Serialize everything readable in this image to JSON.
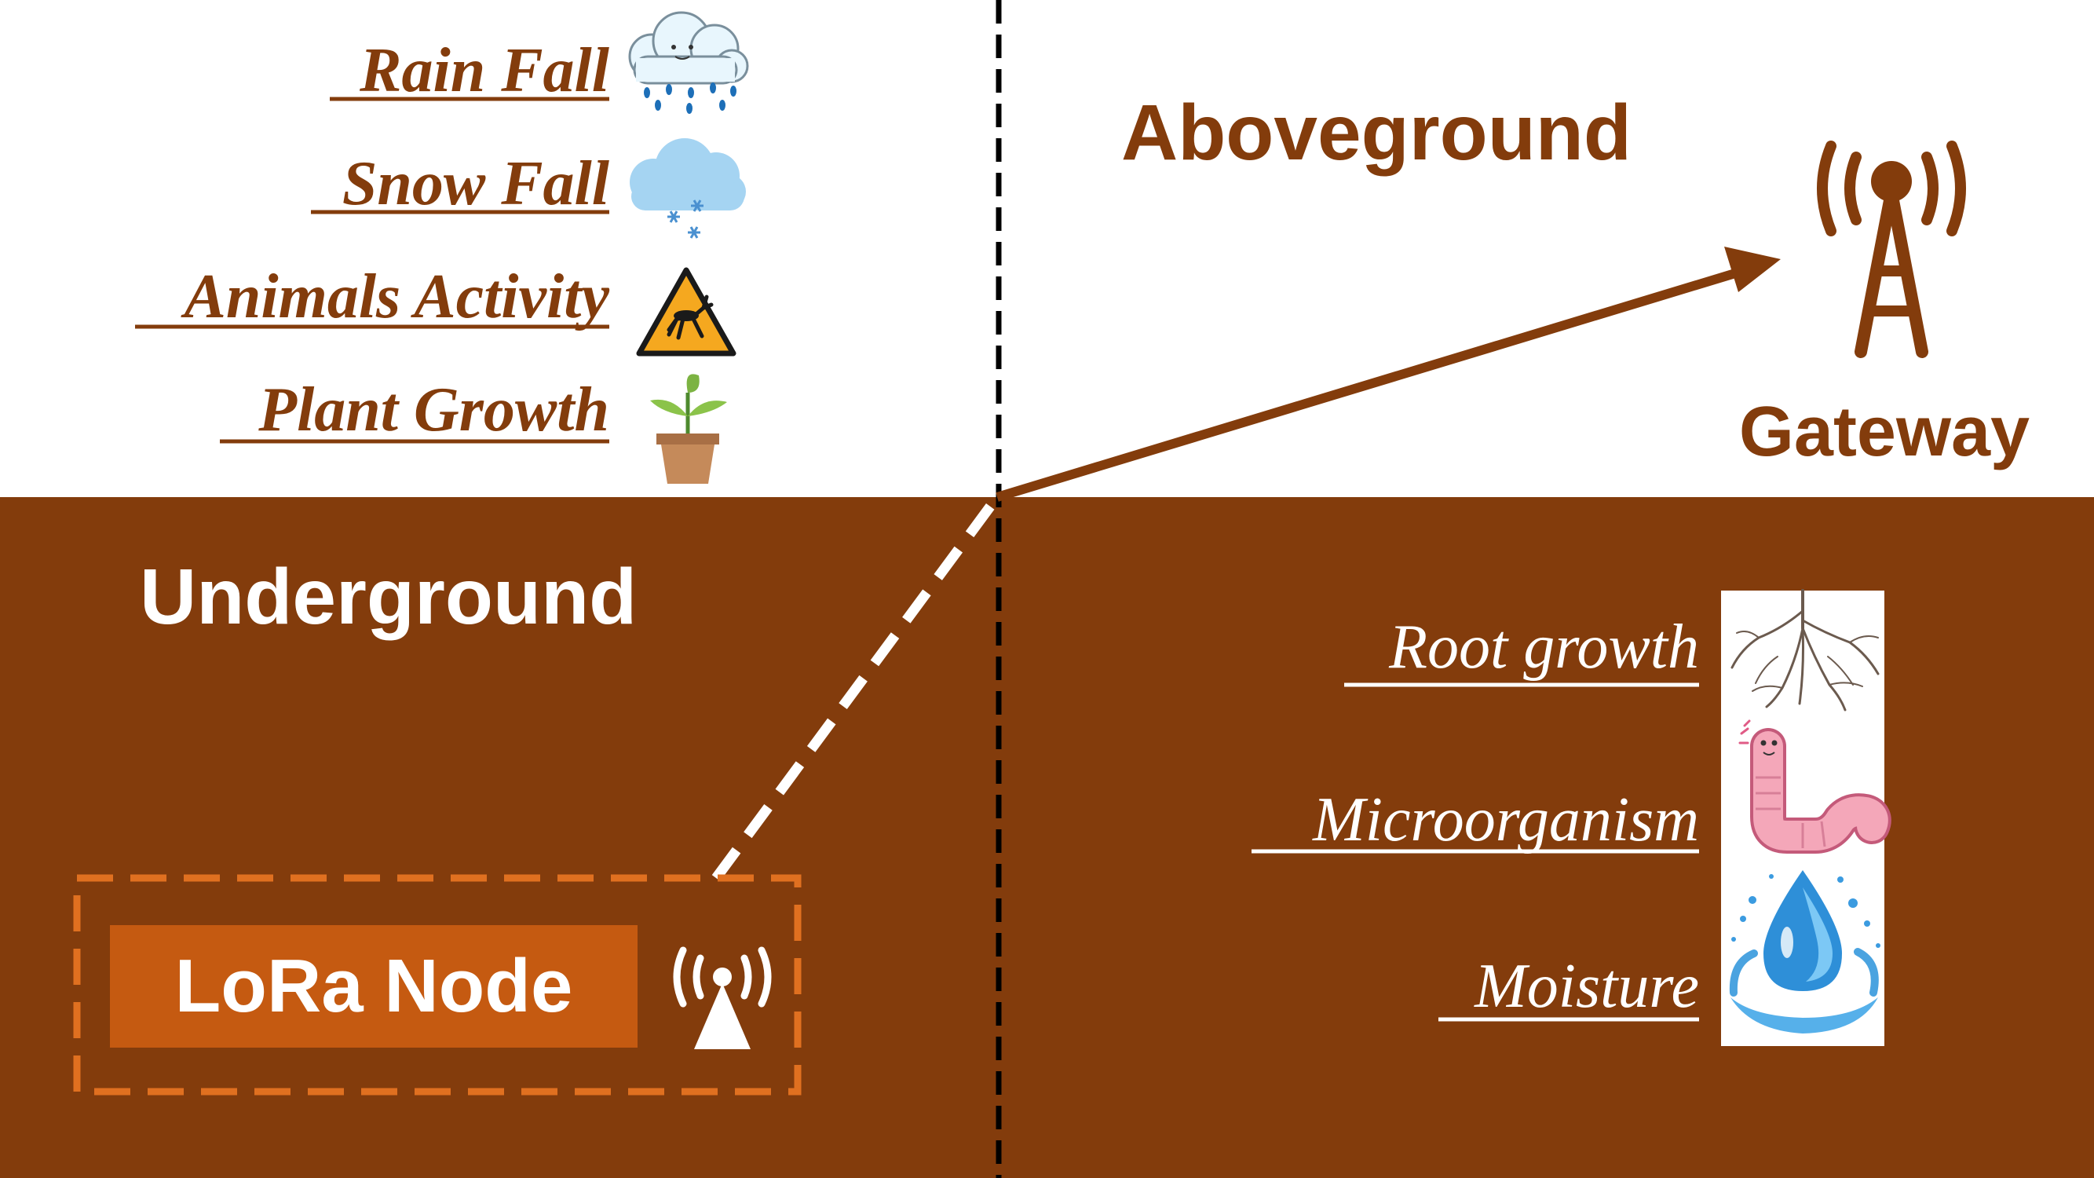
{
  "colors": {
    "soil": "#833c0c",
    "label_brown": "#833c0c",
    "node_box": "#c55a11",
    "node_border": "#e07020",
    "white": "#ffffff",
    "black": "#000000"
  },
  "labels": {
    "aboveground": "Aboveground",
    "underground": "Underground",
    "gateway": "Gateway",
    "lora_node": "LoRa Node"
  },
  "above_factors": [
    {
      "label": "Rain Fall",
      "icon": "rain-cloud-icon"
    },
    {
      "label": "Snow Fall",
      "icon": "snow-cloud-icon"
    },
    {
      "label": "Animals Activity",
      "icon": "deer-warning-sign-icon"
    },
    {
      "label": "Plant Growth",
      "icon": "potted-plant-icon"
    }
  ],
  "below_factors": [
    {
      "label": "Root growth",
      "icon": "roots-icon"
    },
    {
      "label": "Microorganism",
      "icon": "worm-icon"
    },
    {
      "label": "Moisture",
      "icon": "water-drop-icon"
    }
  ]
}
